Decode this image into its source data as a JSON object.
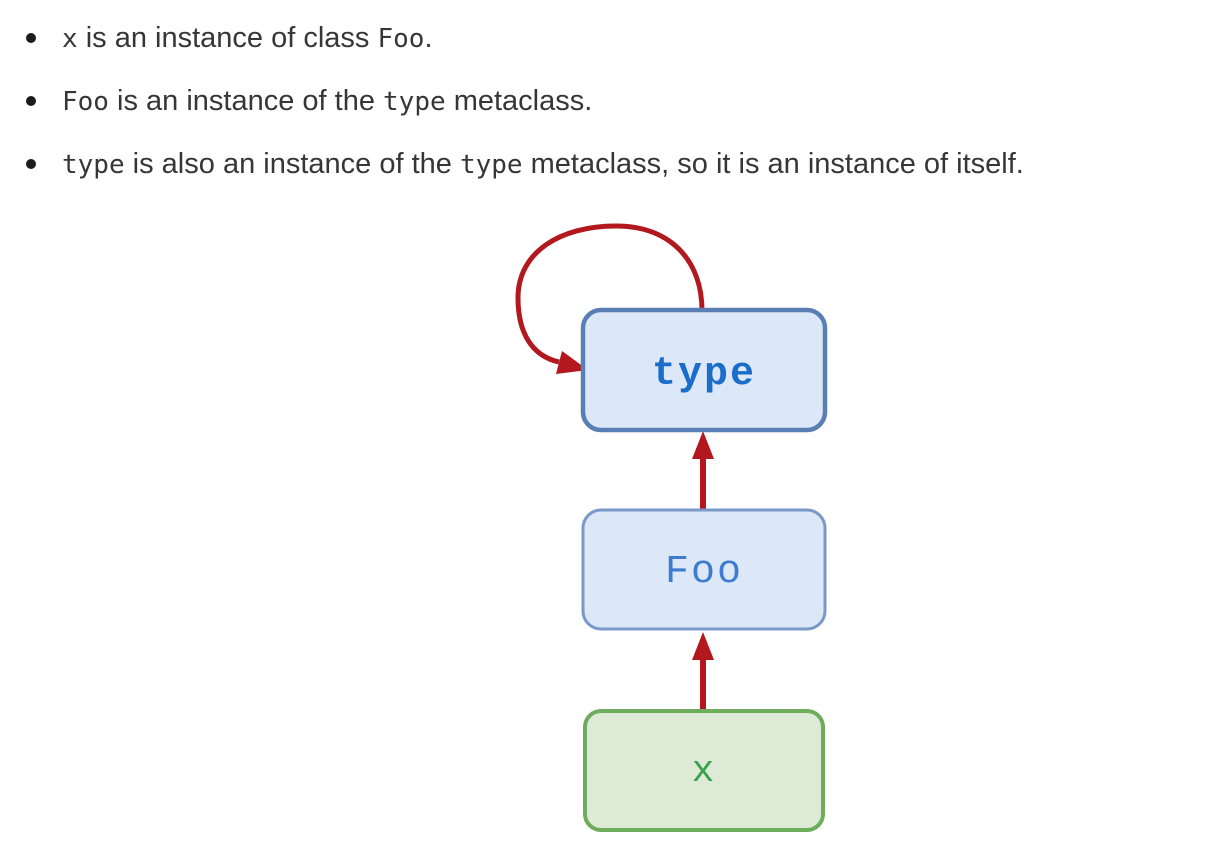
{
  "bullets": [
    {
      "segments": [
        {
          "text": "x",
          "code": true
        },
        {
          "text": " is an instance of class ",
          "code": false
        },
        {
          "text": "Foo",
          "code": true
        },
        {
          "text": ".",
          "code": false
        }
      ]
    },
    {
      "segments": [
        {
          "text": "Foo",
          "code": true
        },
        {
          "text": " is an instance of the ",
          "code": false
        },
        {
          "text": "type",
          "code": true
        },
        {
          "text": " metaclass.",
          "code": false
        }
      ]
    },
    {
      "segments": [
        {
          "text": "type",
          "code": true
        },
        {
          "text": " is also an instance of the ",
          "code": false
        },
        {
          "text": "type",
          "code": true
        },
        {
          "text": " metaclass, so it is an instance of itself.",
          "code": false
        }
      ]
    }
  ],
  "diagram": {
    "nodes": [
      {
        "id": "type",
        "label": "type",
        "fill": "#dce8f8",
        "stroke": "#5a7fb5",
        "text_color": "#1a6dcb"
      },
      {
        "id": "Foo",
        "label": "Foo",
        "fill": "#dce8f8",
        "stroke": "#7a99c9",
        "text_color": "#3e7ccf"
      },
      {
        "id": "x",
        "label": "x",
        "fill": "#ddebd6",
        "stroke": "#6ead5b",
        "text_color": "#3aa24c"
      }
    ],
    "edges": [
      {
        "from": "x",
        "to": "Foo",
        "relation": "instance of"
      },
      {
        "from": "Foo",
        "to": "type",
        "relation": "instance of"
      },
      {
        "from": "type",
        "to": "type",
        "relation": "instance of itself"
      }
    ],
    "arrow_color": "#b2181e"
  },
  "colors": {
    "background": "#ffffff",
    "body_text": "#363636",
    "bullet_marker": "#1c1c1c"
  }
}
